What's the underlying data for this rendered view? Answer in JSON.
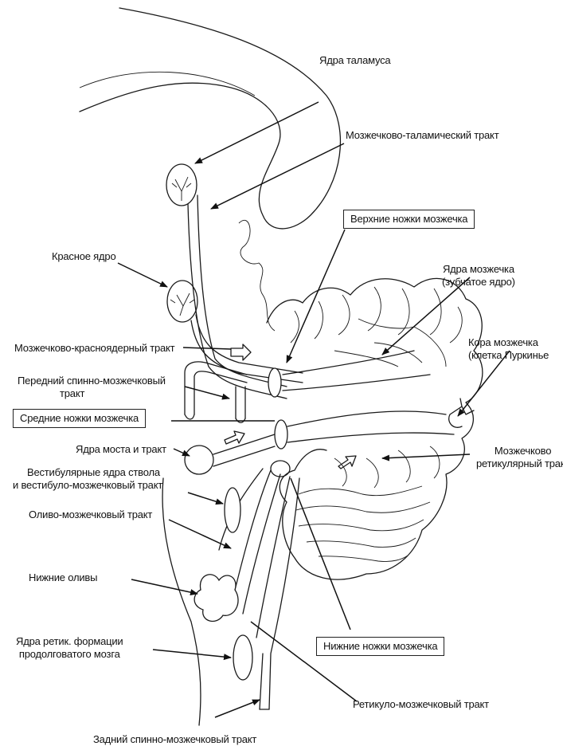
{
  "labels": {
    "thalamus_nuclei": "Ядра таламуса",
    "cerebellothalamic_tract": "Мозжечково-таламический тракт",
    "superior_peduncles": "Верхние ножки мозжечка",
    "red_nucleus": "Красное ядро",
    "cerebellar_nuclei": [
      "Ядра мозжечка",
      "(зубчатое ядро)"
    ],
    "cerebellorubral_tract": "Мозжечково-красноядерный тракт",
    "cerebellar_cortex": [
      "Кора мозжечка",
      "(клетка Пуркинье"
    ],
    "anterior_spinocerebellar": [
      "Передний спинно-мозжечковый",
      "тракт"
    ],
    "middle_peduncles": "Средние ножки мозжечка",
    "pontine_nuclei": "Ядра моста и тракт",
    "cerebelloreticular_tract": [
      "Мозжечково",
      "ретикулярный тракт"
    ],
    "vestibular": [
      "Вестибулярные ядра ствола",
      "и вестибуло-мозжечковый тракт"
    ],
    "olivocerebellar_tract": "Оливо-мозжечковый тракт",
    "inferior_olives": "Нижние оливы",
    "reticular_nuclei": [
      "Ядра ретик. формации",
      "продолговатого мозга"
    ],
    "inferior_peduncles": "Нижние ножки мозжечка",
    "reticulocerebellar_tract": "Ретикуло-мозжечковый тракт",
    "posterior_spinocerebellar": "Задний спинно-мозжечковый тракт"
  }
}
